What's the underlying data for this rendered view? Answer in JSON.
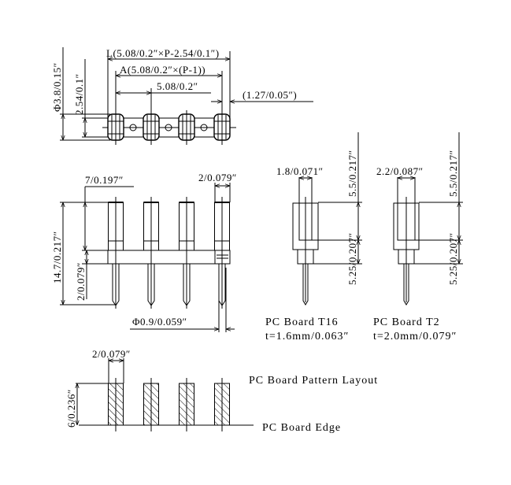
{
  "top_view": {
    "dim_L": "L(5.08/0.2″×P-2.54/0.1″)",
    "dim_A": "A(5.08/0.2″×(P-1))",
    "dim_pitch": "5.08/0.2″",
    "dim_offset": "(1.27/0.05″)",
    "dim_dia": "Φ3.8/0.15″",
    "dim_row": "2.54/0.1″"
  },
  "side_view": {
    "dim_width": "7/0.197″",
    "dim_pin_w": "2/0.079″",
    "dim_height": "14.7/0.217″",
    "dim_housing": "2/0.079″",
    "dim_pin_dia": "Φ0.9/0.059″"
  },
  "board_t16": {
    "dim_opening": "1.8/0.071″",
    "dim_upper": "5.5/0.217″",
    "dim_lower": "5.25/0.207″",
    "label": "PC Board  T16",
    "thickness": "t=1.6mm/0.063″"
  },
  "board_t2": {
    "dim_opening": "2.2/0.087″",
    "dim_upper": "5.5/0.217″",
    "dim_lower": "5.25/0.207″",
    "label": "PC Board  T2",
    "thickness": "t=2.0mm/0.079″"
  },
  "pattern": {
    "dim_pad_w": "2/0.079″",
    "dim_pad_h": "6/0.236″",
    "title": "PC Board Pattern Layout",
    "edge_label": "PC Board Edge"
  }
}
